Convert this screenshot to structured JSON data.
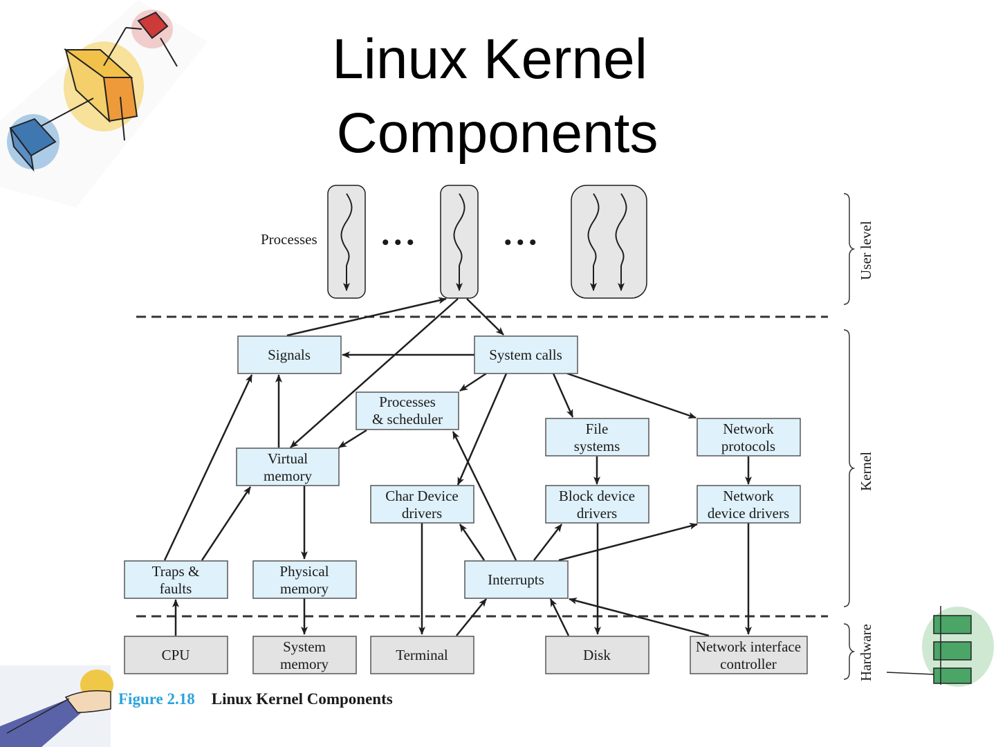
{
  "slide": {
    "title_line1": "Linux Kernel",
    "title_line2": "Components"
  },
  "diagram": {
    "processes_label": "Processes",
    "ellipsis": "• • •",
    "levels": {
      "user": "User level",
      "kernel": "Kernel",
      "hardware": "Hardware"
    },
    "kernel_boxes": {
      "signals": [
        "Signals"
      ],
      "system_calls": [
        "System calls"
      ],
      "processes_scheduler": [
        "Processes",
        "& scheduler"
      ],
      "virtual_memory": [
        "Virtual",
        "memory"
      ],
      "file_systems": [
        "File",
        "systems"
      ],
      "network_protocols": [
        "Network",
        "protocols"
      ],
      "char_device_drivers": [
        "Char Device",
        "drivers"
      ],
      "block_device_drivers": [
        "Block device",
        "drivers"
      ],
      "network_device_drivers": [
        "Network",
        "device drivers"
      ],
      "traps_faults": [
        "Traps &",
        "faults"
      ],
      "physical_memory": [
        "Physical",
        "memory"
      ],
      "interrupts": [
        "Interrupts"
      ]
    },
    "hardware_boxes": {
      "cpu": [
        "CPU"
      ],
      "system_memory": [
        "System",
        "memory"
      ],
      "terminal": [
        "Terminal"
      ],
      "disk": [
        "Disk"
      ],
      "nic": [
        "Network interface",
        "controller"
      ]
    },
    "colors": {
      "kernel_box_fill": "#dff1fa",
      "hardware_box_fill": "#e3e3e3",
      "process_fill": "#e6e6e6",
      "stroke": "#1f1f1f"
    }
  },
  "caption": {
    "figure_number": "Figure 2.18",
    "figure_title": "Linux Kernel Components"
  }
}
